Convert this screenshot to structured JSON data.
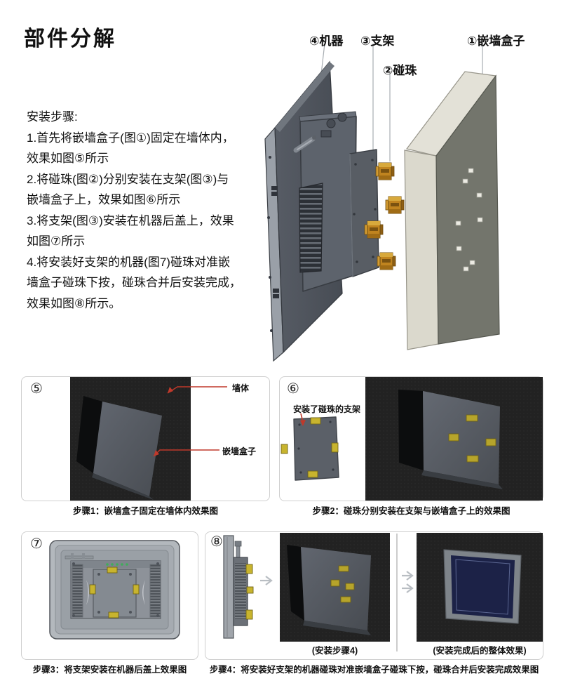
{
  "page": {
    "title": "部件分解"
  },
  "steps": {
    "heading": "安装步骤:",
    "lines": [
      "1.首先将嵌墙盒子(图①)固定在墙体内，",
      "效果如图⑤所示",
      "2.将碰珠(图②)分别安装在支架(图③)与",
      "嵌墙盒子上，效果如图⑥所示",
      "3.将支架(图③)安装在机器后盖上，效果",
      "如图⑦所示",
      "4.将安装好支架的机器(图7)碰珠对准嵌",
      "墙盒子碰珠下按，碰珠合并后安装完成，",
      "效果如图⑧所示。"
    ]
  },
  "diagram": {
    "labels": {
      "device": "④机器",
      "bracket": "③支架",
      "clip": "②碰珠",
      "wallbox": "①嵌墙盒子"
    }
  },
  "panels": {
    "p5": {
      "number": "⑤",
      "label_wall": "墙体",
      "label_box": "嵌墙盒子",
      "caption": "步骤1：嵌墙盒子固定在墙体内效果图"
    },
    "p6": {
      "number": "⑥",
      "label": "安装了碰珠的支架",
      "caption": "步骤2：碰珠分别安装在支架与嵌墙盒子上的效果图"
    },
    "p7": {
      "number": "⑦",
      "caption": "步骤3：将支架安装在机器后盖上效果图"
    },
    "p8": {
      "number": "⑧",
      "sub_left": "(安装步骤4)",
      "sub_right": "(安装完成后的整体效果)",
      "caption": "步骤4：将安装好支架的机器碰珠对准嵌墙盒子碰珠下按，碰珠合并后安装完成效果图"
    }
  },
  "colors": {
    "leader_red": "#c0392b",
    "leader_gray": "#a8adb2",
    "clip_orange": "#c0841f",
    "clip_gold": "#c8b42e",
    "wallbox_cream": "#e3e1d7",
    "wallbox_face": "#73756c",
    "photo_bg": "#222222",
    "screen_navy": "#1c2247",
    "device_gray": "#50555e"
  }
}
